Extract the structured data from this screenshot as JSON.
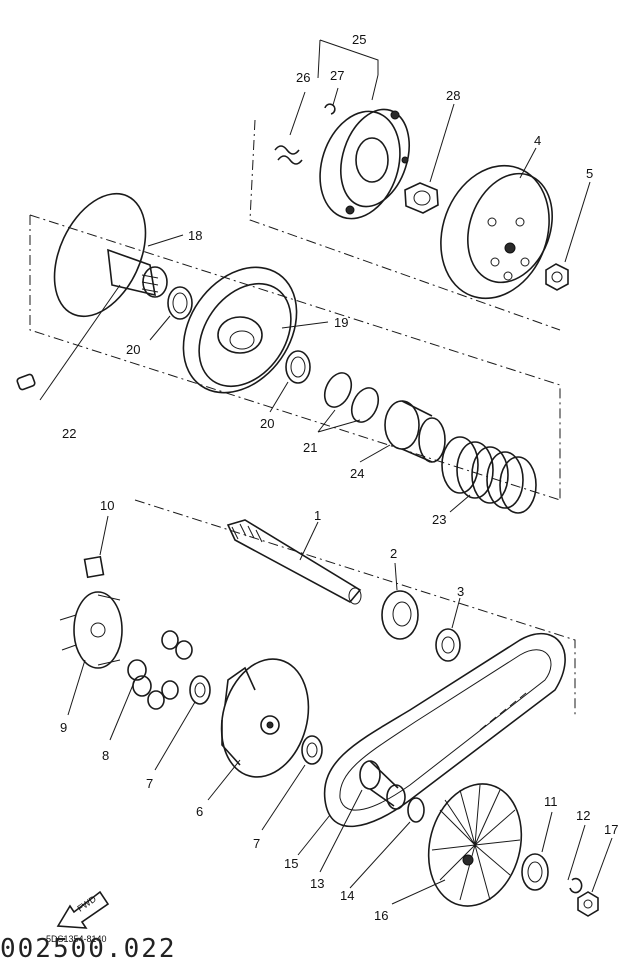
{
  "part_labels": [
    "25",
    "26",
    "27",
    "28",
    "4",
    "5",
    "18",
    "19",
    "20",
    "20",
    "22",
    "21",
    "24",
    "23",
    "1",
    "10",
    "2",
    "3",
    "9",
    "8",
    "7",
    "6",
    "7",
    "15",
    "13",
    "14",
    "16",
    "11",
    "12",
    "17"
  ],
  "fwd_label": "FWD",
  "catalog_code": "5DS1354-8140",
  "image_stamp": "002500.022"
}
